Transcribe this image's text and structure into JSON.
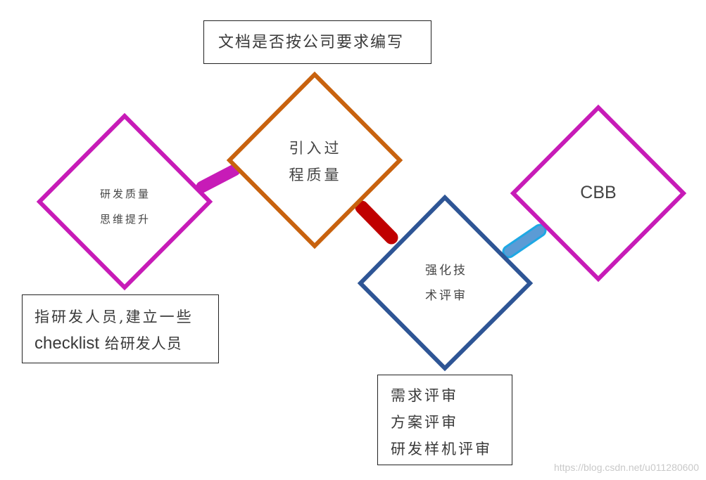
{
  "diagram": {
    "nodes": {
      "quality_mindset": {
        "lines": [
          "研发质量",
          "思维提升"
        ],
        "border_color": "#C71BB7"
      },
      "process_quality": {
        "lines": [
          "引入过",
          "程质量"
        ],
        "border_color": "#C8620E"
      },
      "tech_review": {
        "lines": [
          "强化技",
          "术评审"
        ],
        "border_color": "#2E5595"
      },
      "cbb": {
        "lines": [
          "CBB"
        ],
        "border_color": "#C71BB7"
      }
    },
    "connectors": [
      {
        "from": "quality_mindset",
        "to": "process_quality",
        "color": "#C71BB7"
      },
      {
        "from": "process_quality",
        "to": "tech_review",
        "color": "#C00000"
      },
      {
        "from": "tech_review",
        "to": "cbb",
        "color": "#5B9BD5",
        "outline": "#1EA8E4"
      }
    ],
    "notes": {
      "top": {
        "text": "文档是否按公司要求编写"
      },
      "left": {
        "line1": "指研发人员,建立一些",
        "line2_latin": "checklist",
        "line2_cjk": " 给研发人员"
      },
      "bottom": {
        "lines": [
          "需求评审",
          "方案评审",
          "研发样机评审"
        ]
      }
    }
  },
  "watermark": "https://blog.csdn.net/u011280600"
}
